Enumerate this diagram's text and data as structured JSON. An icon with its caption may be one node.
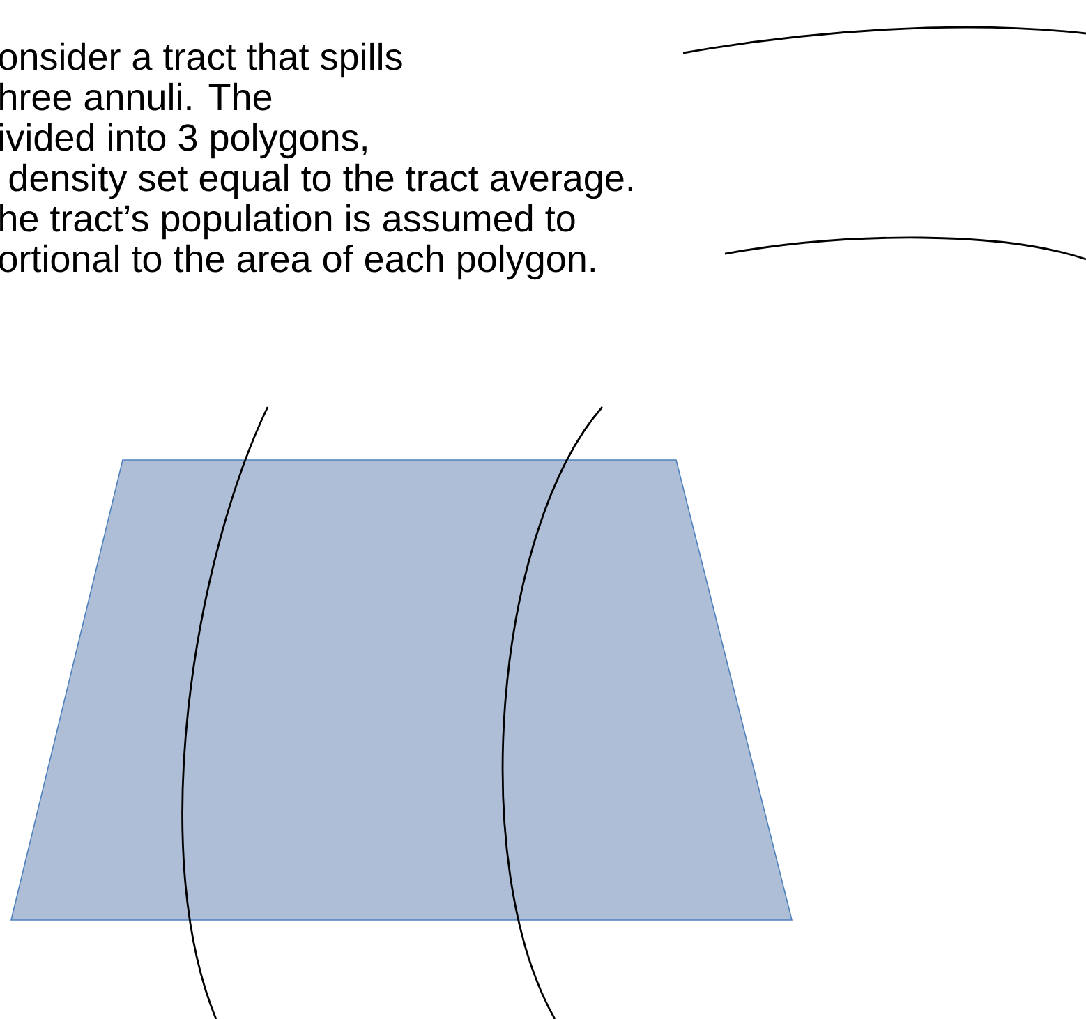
{
  "diagram": {
    "labels": [
      "onsider a tract that spills",
      "hree annuli.  The",
      "ivided into 3 polygons,",
      " density set equal to the tract average.",
      "he tract’s population is assumed to",
      "ortional to the area of each polygon."
    ]
  }
}
